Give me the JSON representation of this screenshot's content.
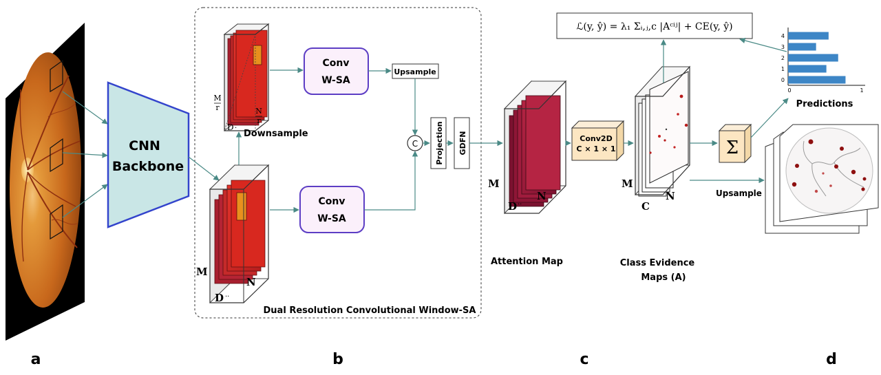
{
  "panels": {
    "a": {
      "letter": "a"
    },
    "b": {
      "letter": "b",
      "group_title": "Dual Resolution Convolutional Window-SA",
      "backbone_line1": "CNN",
      "backbone_line2": "Backbone",
      "conv_top_line1": "Conv",
      "conv_top_line2": "W-SA",
      "conv_bottom_line1": "Conv",
      "conv_bottom_line2": "W-SA",
      "downsample_label": "Downsample",
      "upsample_label": "Upsample",
      "concat_symbol": "C",
      "projection_label": "Projection",
      "gdfn_label": "GDFN",
      "small_dim_m_num": "M",
      "small_dim_m_den": "r",
      "small_dim_n_num": "N",
      "small_dim_n_den": "r",
      "small_dim_d": "D",
      "large_dim_m": "M",
      "large_dim_n": "N",
      "large_dim_d": "D"
    },
    "c": {
      "letter": "c",
      "attention_label": "Attention Map",
      "attn_dim_m": "M",
      "attn_dim_n": "N",
      "attn_dim_d": "D",
      "conv2d_line1": "Conv2D",
      "conv2d_line2": "C × 1 × 1",
      "cem_label_line1": "Class Evidence",
      "cem_label_line2": "Maps (A)",
      "cem_dim_m": "M",
      "cem_dim_n": "N",
      "cem_dim_c": "C",
      "sum_symbol": "Σ",
      "upsample_label": "Upsample",
      "loss_formula": "ℒ(y, ŷ) = λ₁ Σᵢ,ⱼ,c |Aᶜⁱʲ| + CE(y, ŷ)"
    },
    "d": {
      "letter": "d",
      "predictions_label": "Predictions"
    }
  },
  "colors": {
    "backbone_fill": "#c9e6e6",
    "backbone_stroke": "#3344cc",
    "conv_stroke": "#5c3dc4",
    "conv_fill": "#fbf0fb",
    "conv2d_fill": "#fce6c2",
    "bar_fill": "#3d86c6",
    "arrow": "#4a8a86",
    "feature_red": "#d8281f",
    "feature_dark": "#a81f2f"
  },
  "chart_data": {
    "type": "bar",
    "orientation": "horizontal",
    "title": "Predictions",
    "categories": [
      "4",
      "3",
      "2",
      "1",
      "0"
    ],
    "values": [
      0.55,
      0.38,
      0.68,
      0.52,
      0.78
    ],
    "xlim": [
      0,
      1
    ],
    "xticks": [
      "0",
      "1"
    ],
    "grid": false
  }
}
